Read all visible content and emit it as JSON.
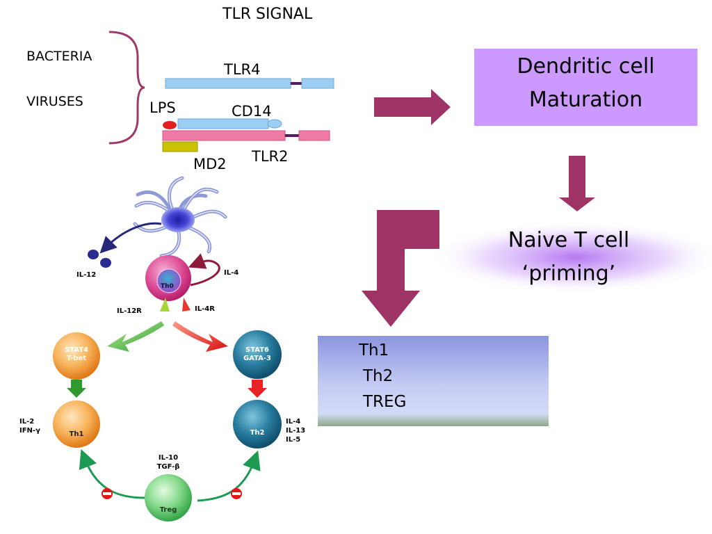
{
  "title": "TLR SIGNAL",
  "pathogens": [
    "BACTERIA",
    "VIRUSES"
  ],
  "receptors": {
    "tlr4": "TLR4",
    "lps": "LPS",
    "cd14": "CD14",
    "tlr2": "TLR2",
    "md2": "MD2"
  },
  "steps": {
    "dc_maturation_line1": "Dendritic cell",
    "dc_maturation_line2": "Maturation",
    "priming_line1": "Naive T cell",
    "priming_line2": "‘priming’"
  },
  "outcomes": [
    "Th1",
    "Th2",
    "TREG"
  ],
  "cells": {
    "th0": "Th0",
    "stat4_line1": "STAT4",
    "stat4_line2": "T-bet",
    "stat6_line1": "STAT6",
    "stat6_line2": "GATA-3",
    "th1": "Th1",
    "th2": "Th2",
    "treg": "Treg"
  },
  "cytokines": {
    "il12": "IL-12",
    "il4_top": "IL-4",
    "il12r": "IL-12R",
    "il4r": "IL-4R",
    "th1_out_1": "IL-2",
    "th1_out_2": "IFN-γ",
    "th2_out_1": "IL-4",
    "th2_out_2": "IL-13",
    "th2_out_3": "IL-5",
    "treg_out_1": "IL-10",
    "treg_out_2": "TGF-β"
  },
  "colors": {
    "receptor_blue": "#9ccdf2",
    "receptor_pink": "#f07aa6",
    "md2_yellow": "#c8c200",
    "lps_red": "#e02020",
    "arrow_maroon": "#9e3366",
    "dc_box": "#cc99ff",
    "th1_orange": "#f0902a",
    "th2_teal": "#1f6e90",
    "th0_magenta": "#d6388a",
    "treg_green": "#58c46a"
  }
}
